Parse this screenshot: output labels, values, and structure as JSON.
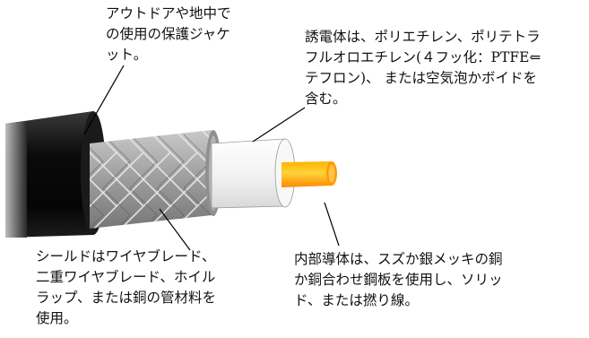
{
  "labels": {
    "jacket": "アウトドアや地中で\nの使用の保護ジャケ\nット。",
    "dielectric": "誘電体は、ポリエチレン、ポリテトラ\nフルオロエチレン(４フッ化：PTFE⇐\nテフロン)、 または空気泡かボイドを\n含む。",
    "shield": "シールドはワイヤブレード、\n二重ワイヤブレード、ホイル\nラップ、または銅の管材料を\n使用。",
    "conductor": "内部導体は、スズか銀メッキの銅\nか銅合わせ鋼板を使用し、ソリッ\nド、または撚り線。"
  },
  "colors": {
    "jacket_dark": "#0d0d0d",
    "jacket_light": "#8a8a8a",
    "braid": "#a9a9a9",
    "dielectric_white": "#f6f6f6",
    "conductor_orange": "#ff9a00",
    "conductor_yellow": "#ffc400"
  }
}
